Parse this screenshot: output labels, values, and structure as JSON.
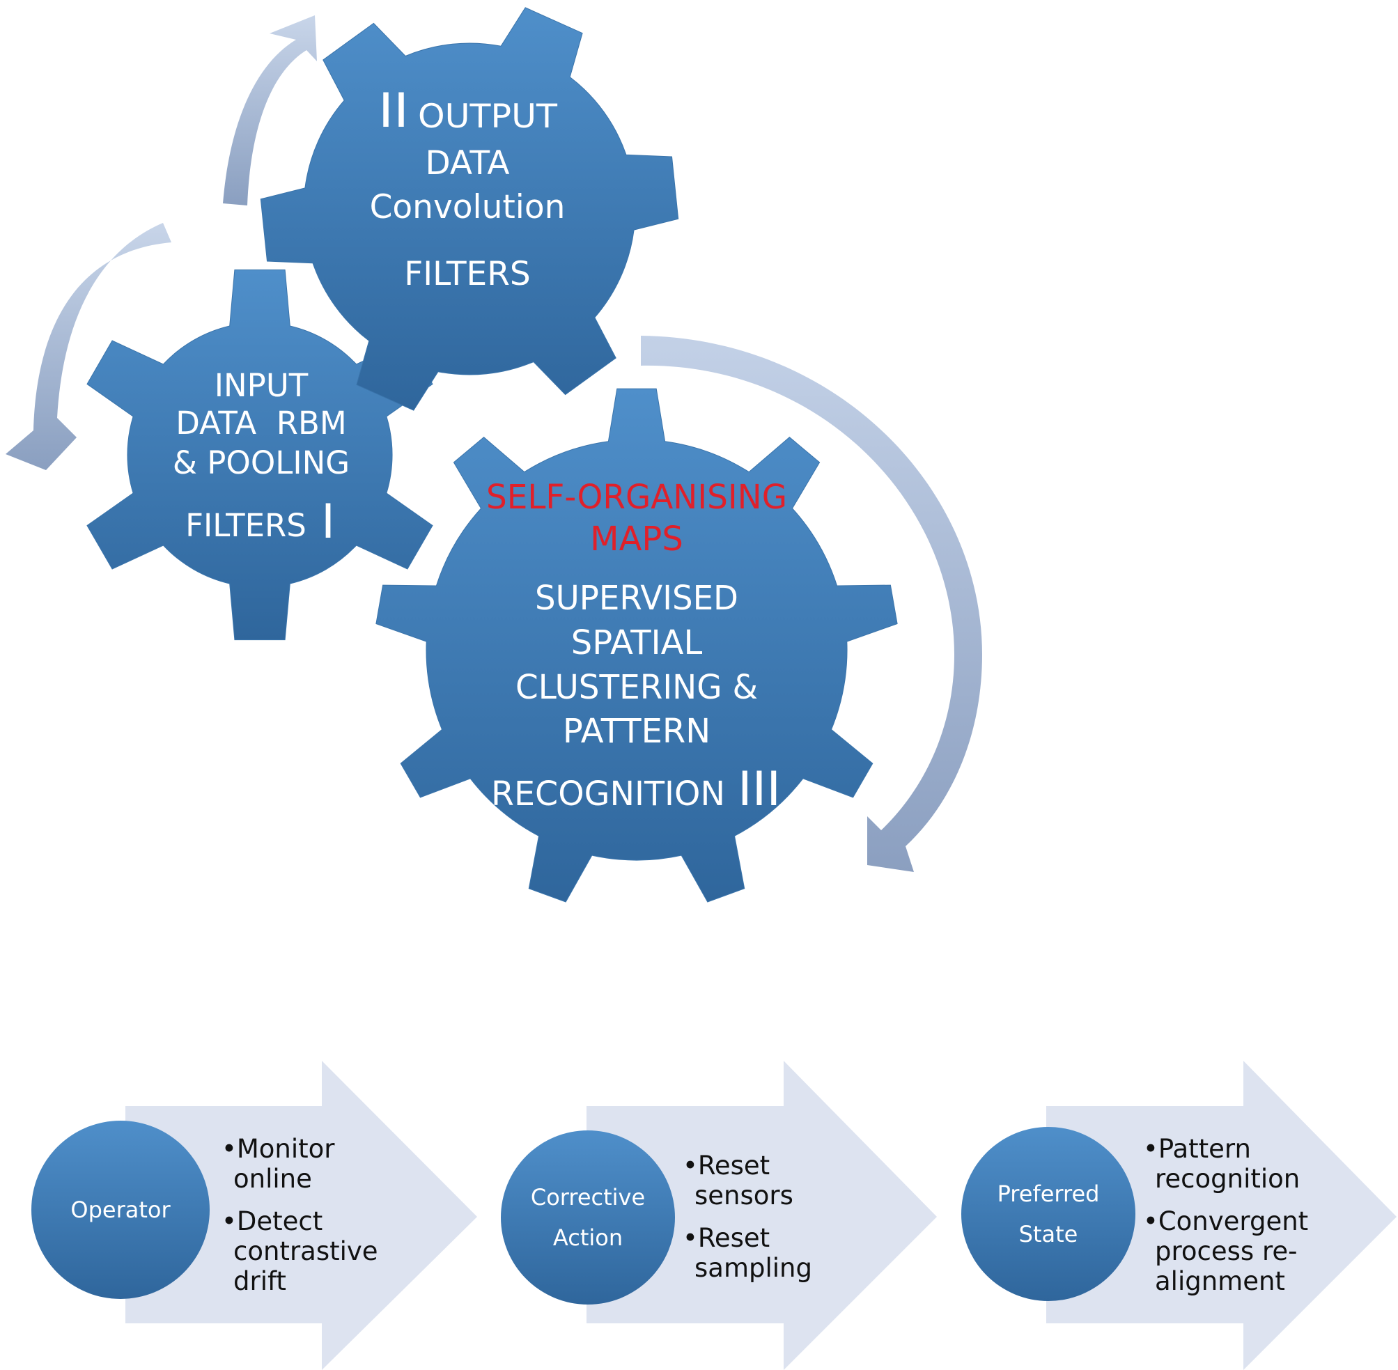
{
  "colors": {
    "gear_top": "#4f8fca",
    "gear_bottom": "#2f669c",
    "arrow_light": "#c3d1e6",
    "arrow_dark": "#8aa0c2",
    "chevron_fill": "#dde3f0",
    "self_organising_text": "#e0202a",
    "gear_text": "#ffffff"
  },
  "gears": {
    "output": {
      "numeral": "II",
      "line1": "OUTPUT",
      "line2": "DATA",
      "line3": "Convolution",
      "line4": "FILTERS"
    },
    "input": {
      "line1": "INPUT",
      "line2": "DATA  RBM",
      "line3": "& POOLING",
      "line4": "FILTERS",
      "numeral": "I"
    },
    "som": {
      "red_line1": "SELF-ORGANISING",
      "red_line2": "MAPS",
      "line1": "SUPERVISED",
      "line2": "SPATIAL",
      "line3": "CLUSTERING &",
      "line4": "PATTERN",
      "line5": "RECOGNITION",
      "numeral": "III"
    }
  },
  "steps": [
    {
      "circle_lines": [
        "Operator"
      ],
      "bullets": [
        {
          "lines": [
            "•Monitor",
            "online"
          ]
        },
        {
          "lines": [
            "•Detect",
            "contrastive",
            "drift"
          ]
        }
      ]
    },
    {
      "circle_lines": [
        "Corrective",
        "Action"
      ],
      "bullets": [
        {
          "lines": [
            "•Reset",
            "sensors"
          ]
        },
        {
          "lines": [
            "•Reset",
            "sampling"
          ]
        }
      ]
    },
    {
      "circle_lines": [
        "Preferred",
        "State"
      ],
      "bullets": [
        {
          "lines": [
            "•Pattern",
            "recognition"
          ]
        },
        {
          "lines": [
            "•Convergent",
            "process re-",
            "alignment"
          ]
        }
      ]
    }
  ]
}
